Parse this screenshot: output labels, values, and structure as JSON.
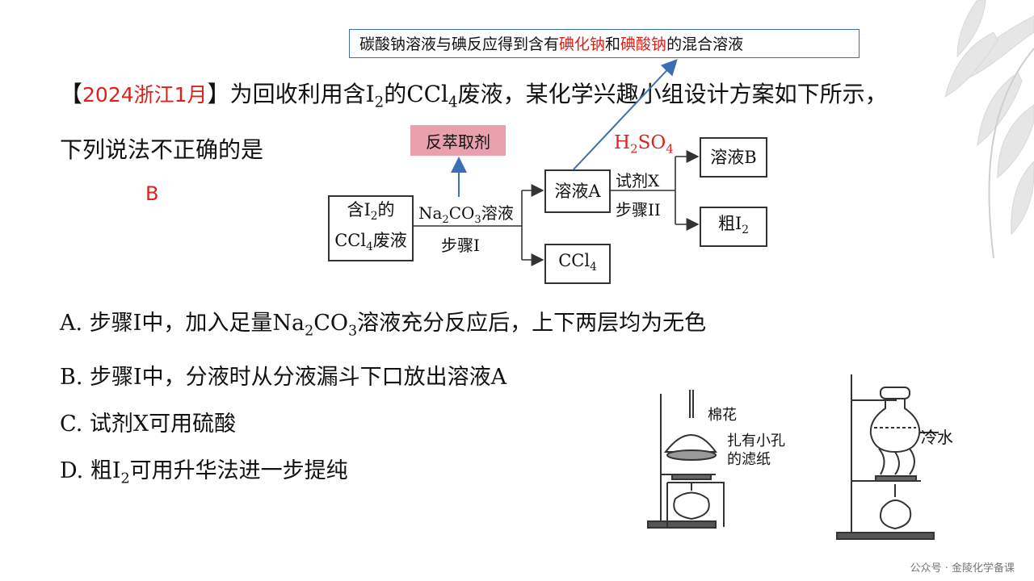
{
  "callout": {
    "pre": "碳酸钠溶液与碘反应得到含有",
    "red1": "碘化钠",
    "mid": "和",
    "red2": "碘酸钠",
    "post": "的混合溶液"
  },
  "question": {
    "source": "2024浙江1月",
    "text_a": "为回收利用含I",
    "sub1": "2",
    "text_b": "的CCl",
    "sub2": "4",
    "text_c": "废液，某化学兴趣小组设计方案如下所示，",
    "text_d": "下列说法不正确的是"
  },
  "answer": "B",
  "flow": {
    "start_a": "含I",
    "start_sub": "2",
    "start_b": "的",
    "start_c": "CCl",
    "start_c_sub": "4",
    "start_d": "废液",
    "reagent1_a": "Na",
    "reagent1_sub1": "2",
    "reagent1_b": "CO",
    "reagent1_sub2": "3",
    "reagent1_c": "溶液",
    "step1": "步骤I",
    "solutionA": "溶液A",
    "ccl4": "CCl",
    "ccl4_sub": "4",
    "reagentX": "试剂X",
    "step2": "步骤II",
    "solutionB": "溶液B",
    "crude_a": "粗I",
    "crude_sub": "2",
    "back_extract": "反萃取剂",
    "h2so4_a": "H",
    "h2so4_sub1": "2",
    "h2so4_b": "SO",
    "h2so4_sub2": "4"
  },
  "options": {
    "a_pre": "A. 步骤I中，加入足量Na",
    "a_sub1": "2",
    "a_mid": "CO",
    "a_sub2": "3",
    "a_post": "溶液充分反应后，上下两层均为无色",
    "b": "B. 步骤I中，分液时从分液漏斗下口放出溶液A",
    "c": "C. 试剂X可用硫酸",
    "d_pre": "D. 粗I",
    "d_sub": "2",
    "d_post": "可用升华法进一步提纯"
  },
  "apparatus": {
    "cotton": "棉花",
    "filter1": "扎有小孔",
    "filter2": "的滤纸",
    "cold_water": "冷水"
  },
  "watermark": "公众号 · 金陵化学备课"
}
